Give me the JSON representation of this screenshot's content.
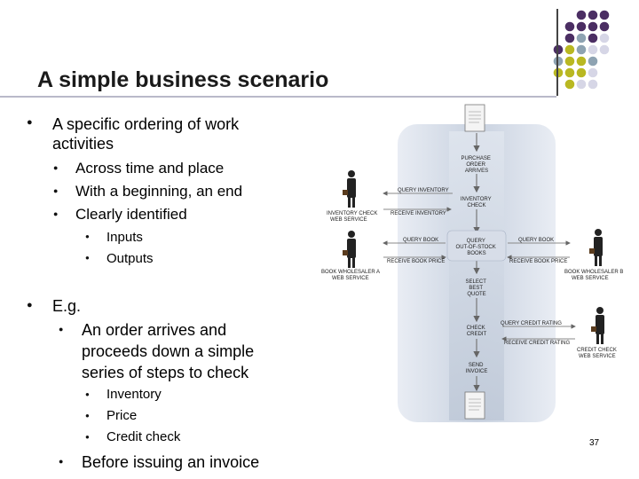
{
  "title": "A simple business scenario",
  "bullets": {
    "b1_line1": "A specific ordering of work",
    "b1_line2": "activities",
    "b1_sub1": "Across time and place",
    "b1_sub2": "With a beginning, an end",
    "b1_sub3": "Clearly identified",
    "b1_subsub1": "Inputs",
    "b1_subsub2": "Outputs",
    "b2": "E.g.",
    "b2_sub1_line1": "An order arrives and",
    "b2_sub1_line2": "proceeds down a simple",
    "b2_sub1_line3": "series of steps to check",
    "b2_subsub1": "Inventory",
    "b2_subsub2": "Price",
    "b2_subsub3": "Credit check",
    "b2_sub2": "Before issuing an invoice"
  },
  "diagram": {
    "purchase_order_arrives": [
      "PURCHASE",
      "ORDER",
      "ARRIVES"
    ],
    "inventory_check": [
      "INVENTORY",
      "CHECK"
    ],
    "query_out_of_stock_books": [
      "QUERY",
      "OUT-OF-STOCK",
      "BOOKS"
    ],
    "select_best_quote": [
      "SELECT",
      "BEST",
      "QUOTE"
    ],
    "check_credit": [
      "CHECK",
      "CREDIT"
    ],
    "send_invoice": [
      "SEND",
      "INVOICE"
    ],
    "query_inventory": "QUERY INVENTORY",
    "receive_inventory": "RECEIVE INVENTORY",
    "query_book_left": "QUERY BOOK",
    "receive_book_price_left": "RECEIVE BOOK PRICE",
    "query_book_right": "QUERY BOOK",
    "receive_book_price_right": "RECEIVE BOOK PRICE",
    "query_credit_rating": "QUERY CREDIT RATING",
    "receive_credit_rating": "RECEIVE CREDIT RATING",
    "inventory_check_web_service": [
      "INVENTORY CHECK",
      "WEB SERVICE"
    ],
    "book_wholesaler_a_web_service": [
      "BOOK WHOLESALER A",
      "WEB SERVICE"
    ],
    "book_wholesaler_b_web_service": [
      "BOOK WHOLESALER B",
      "WEB SERVICE"
    ],
    "credit_check_web_service": [
      "CREDIT CHECK",
      "WEB SERVICE"
    ]
  },
  "page_number": "37",
  "colors": {
    "purple": "#4b2e63",
    "gray_blue": "#8ea3b2",
    "olive": "#b9b822",
    "lavender": "#d6d6e6"
  }
}
